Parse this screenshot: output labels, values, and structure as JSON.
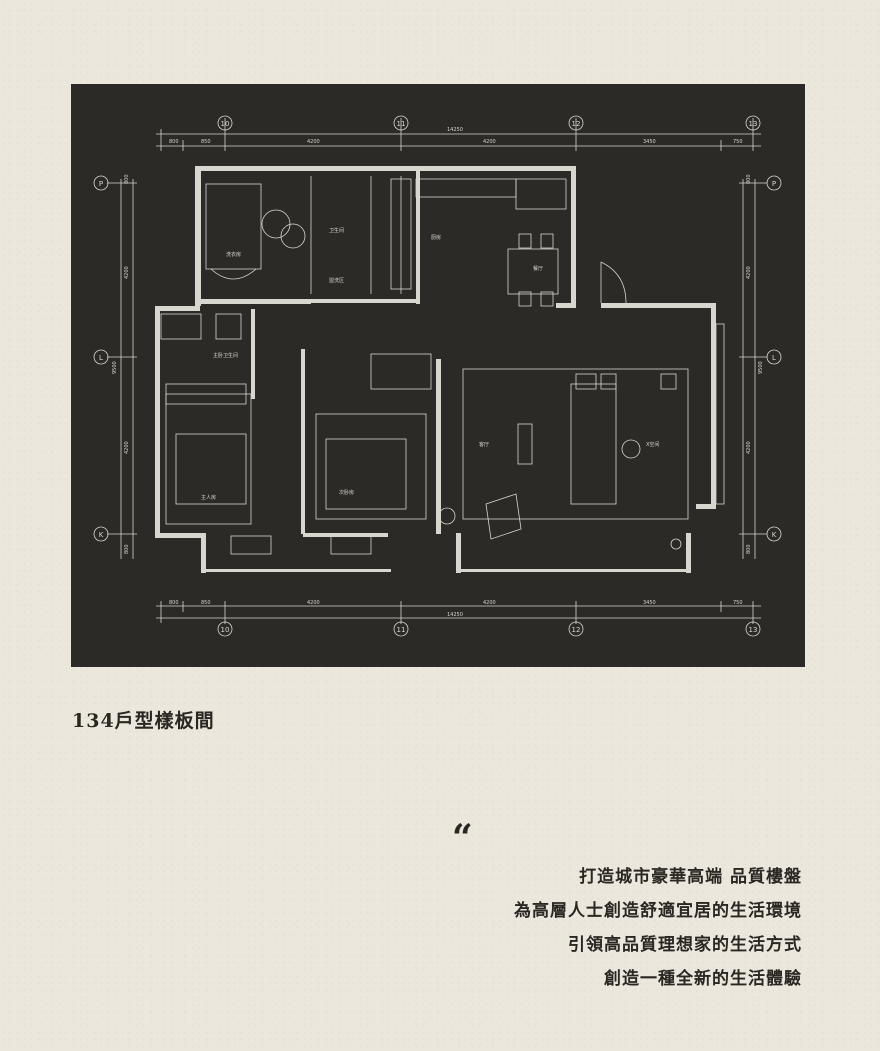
{
  "plan": {
    "grid_top": [
      "10",
      "11",
      "12",
      "13"
    ],
    "grid_side": [
      "P",
      "L",
      "K"
    ],
    "dims_top_segments": [
      "800",
      "850",
      "4200",
      "4200",
      "3450",
      "750"
    ],
    "dims_total": "14250",
    "dims_side_left": [
      "800",
      "4200",
      "9500",
      "4200",
      "800"
    ],
    "dims_side_right": [
      "800",
      "4200",
      "9500",
      "4200",
      "800"
    ],
    "rooms": {
      "laundry": "洗衣房",
      "bath": "卫生间",
      "kitchen": "厨房",
      "dining": "餐厅",
      "hall": "盥洗区",
      "master_bath": "主卧卫生间",
      "master_bed": "主人房",
      "second_bed": "次卧房",
      "living": "客厅",
      "open_space": "X空间"
    }
  },
  "caption": "134戶型樣板間",
  "quote_mark": "“",
  "slogan": [
    "打造城市豪華高端 品質樓盤",
    "為高層人士創造舒適宜居的生活環境",
    "引領高品質理想家的生活方式",
    "創造一種全新的生活體驗"
  ]
}
